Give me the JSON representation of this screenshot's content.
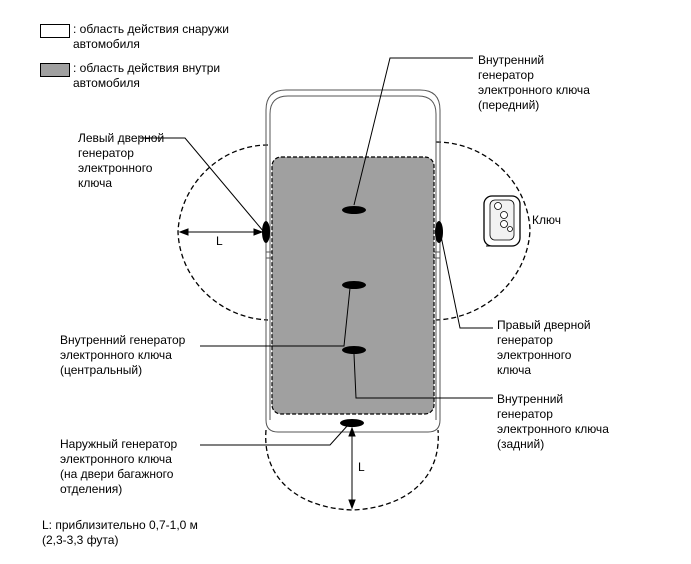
{
  "legend": {
    "outside": {
      "label": ": область действия снаружи\nавтомобиля",
      "color": "#ffffff"
    },
    "inside": {
      "label": ": область действия внутри\nавтомобиля",
      "color": "#a0a0a0"
    }
  },
  "callouts": {
    "front_inner": "Внутренний\nгенератор\nэлектронного ключа\n(передний)",
    "left_door": "Левый дверной\nгенератор\nэлектронного\nключа",
    "key": "Ключ",
    "center_inner": "Внутренний генератор\nэлектронного ключа\n(центральный)",
    "right_door": "Правый дверной\nгенератор\nэлектронного\nключа",
    "rear_inner": "Внутренний\nгенератор\nэлектронного ключа\n(задний)",
    "trunk_outer": "Наружный генератор\nэлектронного ключа\n(на двери багажного\nотделения)"
  },
  "dimension_label": "L",
  "note": "L: приблизительно 0,7-1,0 м\n(2,3-3,3 фута)",
  "colors": {
    "inside_area": "#a0a0a0",
    "line": "#000000",
    "car_outline": "#555555"
  }
}
